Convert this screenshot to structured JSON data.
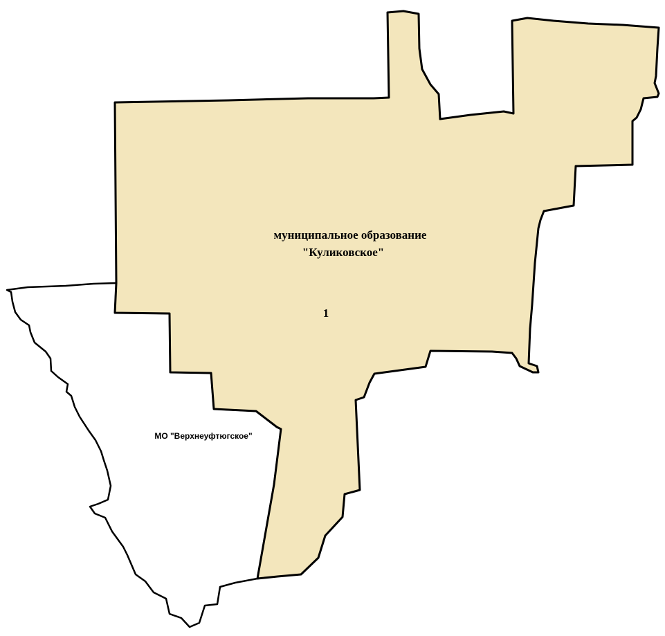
{
  "map": {
    "colors": {
      "main_region_fill": "#f3e6bc",
      "neighbor_region_fill": "#ffffff",
      "border": "#000000",
      "background": "#ffffff"
    },
    "regions": [
      {
        "id": "kulikovskoe",
        "label_line1": "муниципальное образование",
        "label_line2": "\"Куликовское\"",
        "number": "1"
      },
      {
        "id": "verkhneuftyugskoe",
        "label": "МО \"Верхнеуфтюгское\""
      }
    ]
  }
}
